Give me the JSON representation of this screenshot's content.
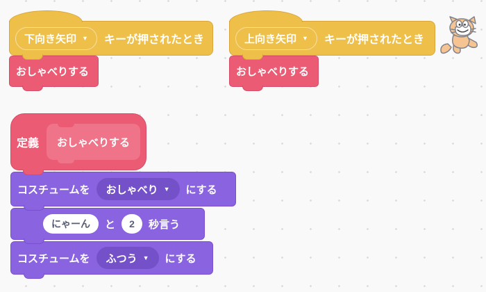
{
  "icons": {
    "dropdown_arrow": "▼"
  },
  "colors": {
    "background": "#f9f9f9",
    "events_yellow": "#eec04a",
    "events_yellow_border": "#d9a53a",
    "myblocks_red": "#eb5c74",
    "myblocks_red_light": "#ef7489",
    "looks_purple": "#8a63e0",
    "looks_purple_dropdown": "#7451c9",
    "input_text": "#575e75"
  },
  "script_down": {
    "key": "下向き矢印",
    "event_label": "キーが押されたとき",
    "call_label": "おしゃべりする"
  },
  "script_up": {
    "key": "上向き矢印",
    "event_label": "キーが押されたとき",
    "call_label": "おしゃべりする"
  },
  "define_script": {
    "define_keyword": "定義",
    "procedure_name": "おしゃべりする",
    "costume_talk": {
      "prefix": "コスチュームを",
      "value": "おしゃべり",
      "suffix": "にする"
    },
    "say": {
      "message": "にゃーん",
      "particle": "と",
      "seconds": "2",
      "suffix": "秒言う"
    },
    "costume_normal": {
      "prefix": "コスチュームを",
      "value": "ふつう",
      "suffix": "にする"
    }
  }
}
